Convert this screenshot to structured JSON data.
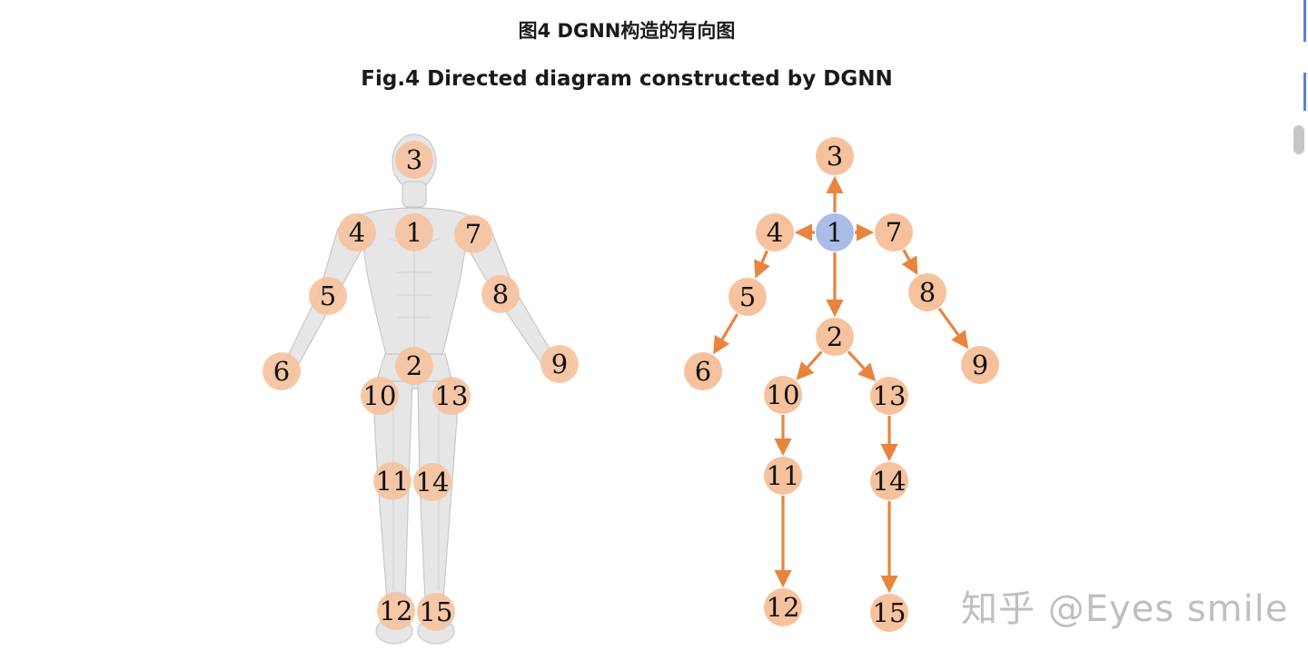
{
  "caption": {
    "cn": "图4 DGNN构造的有向图",
    "en": "Fig.4 Directed diagram constructed by DGNN"
  },
  "diagram": {
    "node_color": "#f6c29d",
    "root_color": "#aabde8",
    "edge_color": "#e8843e",
    "body_fill": "#e8e8e8",
    "left_joint_labels": [
      "1",
      "2",
      "3",
      "4",
      "5",
      "6",
      "7",
      "8",
      "9",
      "10",
      "11",
      "12",
      "13",
      "14",
      "15"
    ],
    "graph_node_labels": [
      "1",
      "2",
      "3",
      "4",
      "5",
      "6",
      "7",
      "8",
      "9",
      "10",
      "11",
      "12",
      "13",
      "14",
      "15"
    ],
    "root_node": "1",
    "edges": [
      [
        "1",
        "3"
      ],
      [
        "1",
        "4"
      ],
      [
        "1",
        "7"
      ],
      [
        "1",
        "2"
      ],
      [
        "4",
        "5"
      ],
      [
        "5",
        "6"
      ],
      [
        "7",
        "8"
      ],
      [
        "8",
        "9"
      ],
      [
        "2",
        "10"
      ],
      [
        "2",
        "13"
      ],
      [
        "10",
        "11"
      ],
      [
        "11",
        "12"
      ],
      [
        "13",
        "14"
      ],
      [
        "14",
        "15"
      ]
    ]
  },
  "watermark": {
    "text": "知乎 @Eyes smile"
  },
  "scrollbar": {
    "icon": "scrollbar-thumb"
  }
}
